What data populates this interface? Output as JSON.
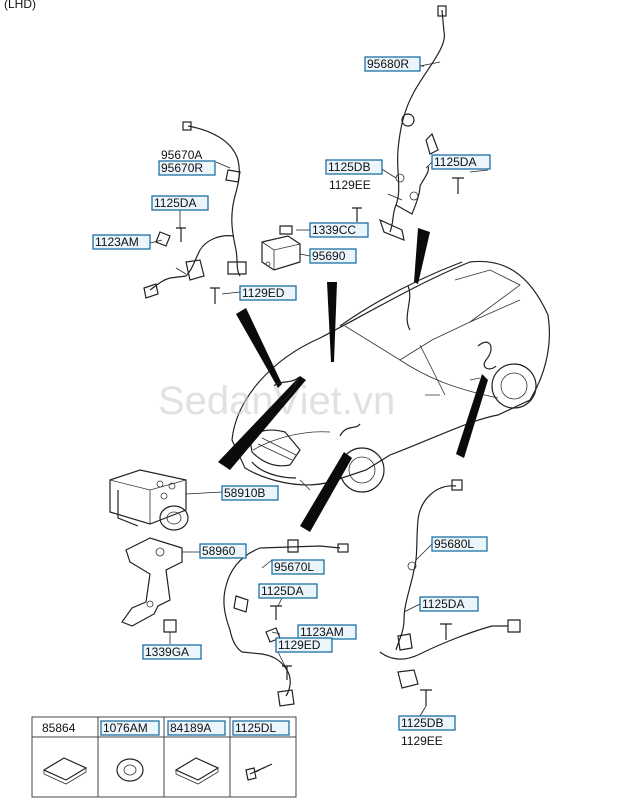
{
  "header": {
    "note": "(LHD)"
  },
  "watermark": "SedanViet.vn",
  "colors": {
    "label_box_stroke": "#1d6fa5",
    "label_box_fill": "#eaf6fb",
    "line": "#222222"
  },
  "labels": {
    "p95680R": "95680R",
    "p95670A": "95670A",
    "p95670R": "95670R",
    "p1125DB_top": "1125DB",
    "p1129EE_top": "1129EE",
    "p1125DA_tr": "1125DA",
    "p1125DA_tl": "1125DA",
    "p1123AM_l": "1123AM",
    "p1339CC": "1339CC",
    "p95690": "95690",
    "p1129ED_l": "1129ED",
    "p58910B": "58910B",
    "p58960": "58960",
    "p1339GA": "1339GA",
    "p95670L": "95670L",
    "p1125DA_ml": "1125DA",
    "p1123AM_m": "1123AM",
    "p1129ED_m": "1129ED",
    "p95680L": "95680L",
    "p1125DA_br": "1125DA",
    "p1125DB_bot": "1125DB",
    "p1129EE_bot": "1129EE"
  },
  "table": {
    "headers": [
      "85864",
      "1076AM",
      "84189A",
      "1125DL"
    ]
  }
}
